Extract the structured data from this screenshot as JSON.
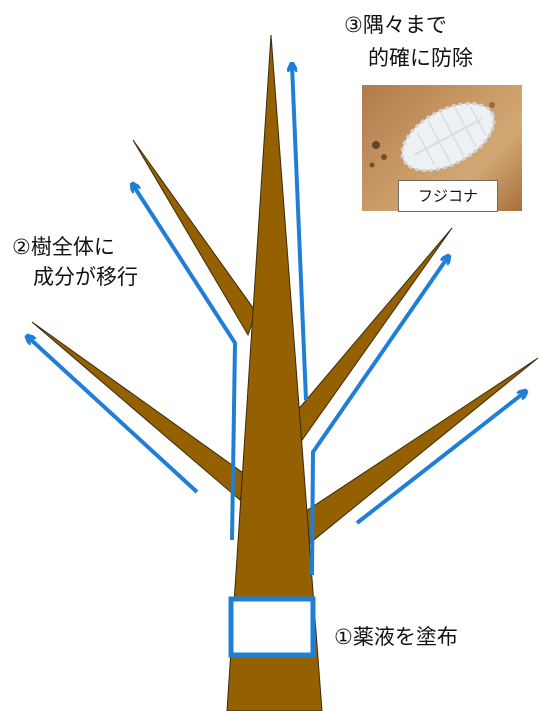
{
  "labels": {
    "step1": "①薬液を塗布",
    "step2_line1": "②樹全体に",
    "step2_line2": "成分が移行",
    "step3_line1": "③隅々まで",
    "step3_line2": "的確に防除"
  },
  "photo": {
    "caption": "フジコナ"
  },
  "colors": {
    "trunk": "#946000",
    "arrow": "#1f7fd6",
    "band": "#1f7fd6",
    "outline": "#3a2a10"
  }
}
